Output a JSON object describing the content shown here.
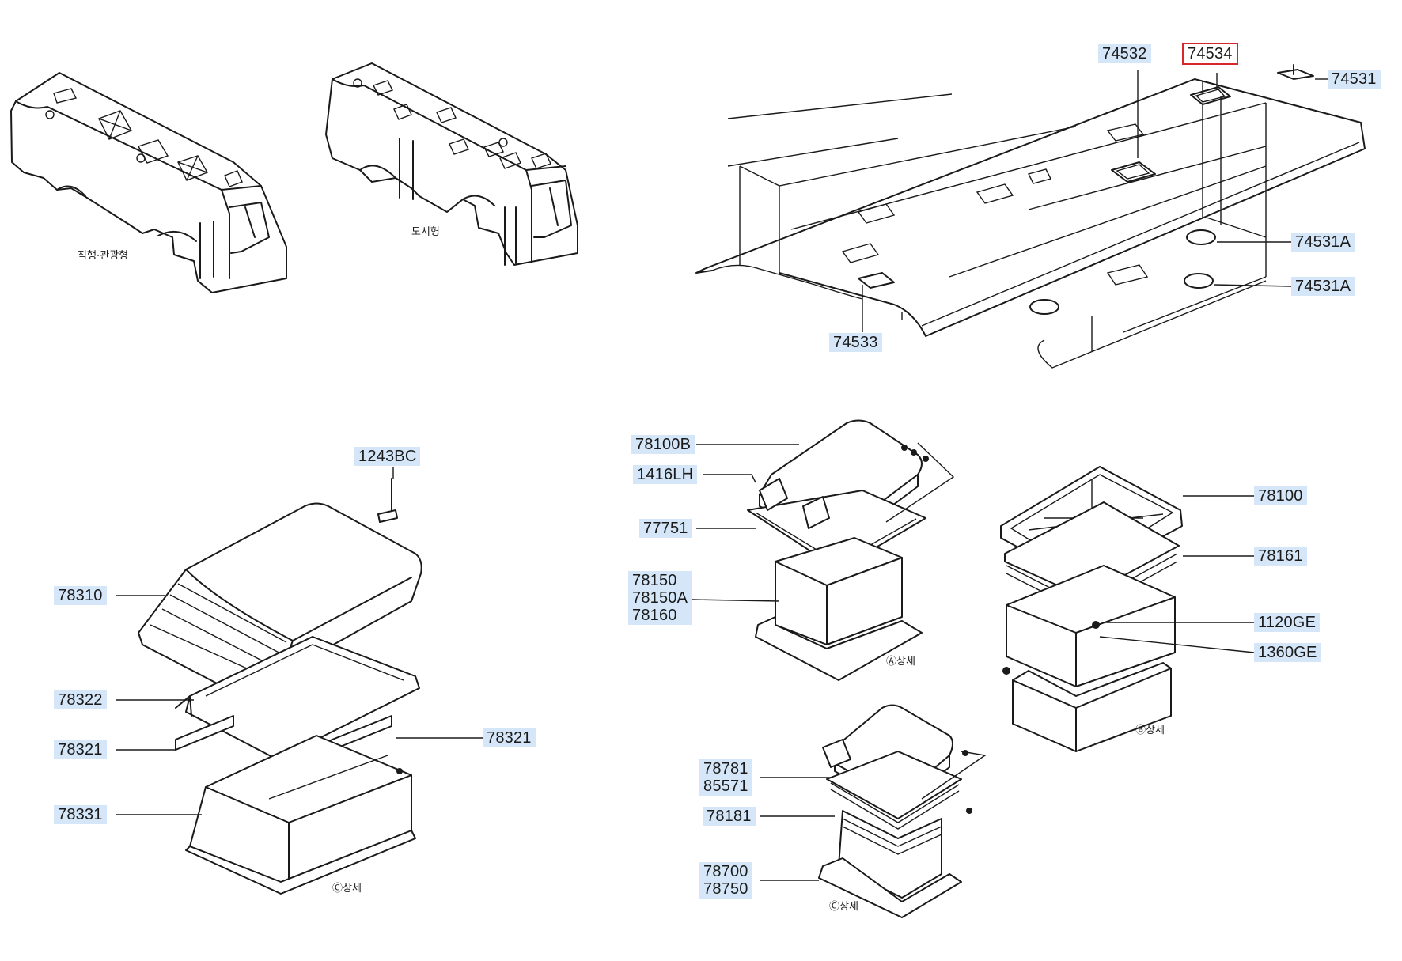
{
  "diagram": {
    "captions": {
      "highway_type": "직행·관광형",
      "city_type": "도시형",
      "detail_a": "Ⓐ상세",
      "detail_b": "Ⓑ상세",
      "detail_c1": "Ⓒ상세",
      "detail_c2": "Ⓒ상세"
    },
    "part_labels": {
      "p74532": "74532",
      "p74534": "74534",
      "p74531": "74531",
      "p74531A_1": "74531A",
      "p74531A_2": "74531A",
      "p74533": "74533",
      "p1243BC": "1243BC",
      "p78310": "78310",
      "p78322": "78322",
      "p78321_left": "78321",
      "p78321_right": "78321",
      "p78331": "78331",
      "p78100B": "78100B",
      "p1416LH": "1416LH",
      "p77751": "77751",
      "p78150_group": "78150\n78150A\n78160",
      "p78100": "78100",
      "p78161": "78161",
      "p1120GE": "1120GE",
      "p1360GE": "1360GE",
      "p78781_group": "78781\n85571",
      "p78181": "78181",
      "p78700_group": "78700\n78750"
    },
    "selected_part": "74534",
    "colors": {
      "label_highlight": "#d4e6f7",
      "selected_outline": "#d8262c",
      "line_art": "#1a1a1a"
    }
  }
}
